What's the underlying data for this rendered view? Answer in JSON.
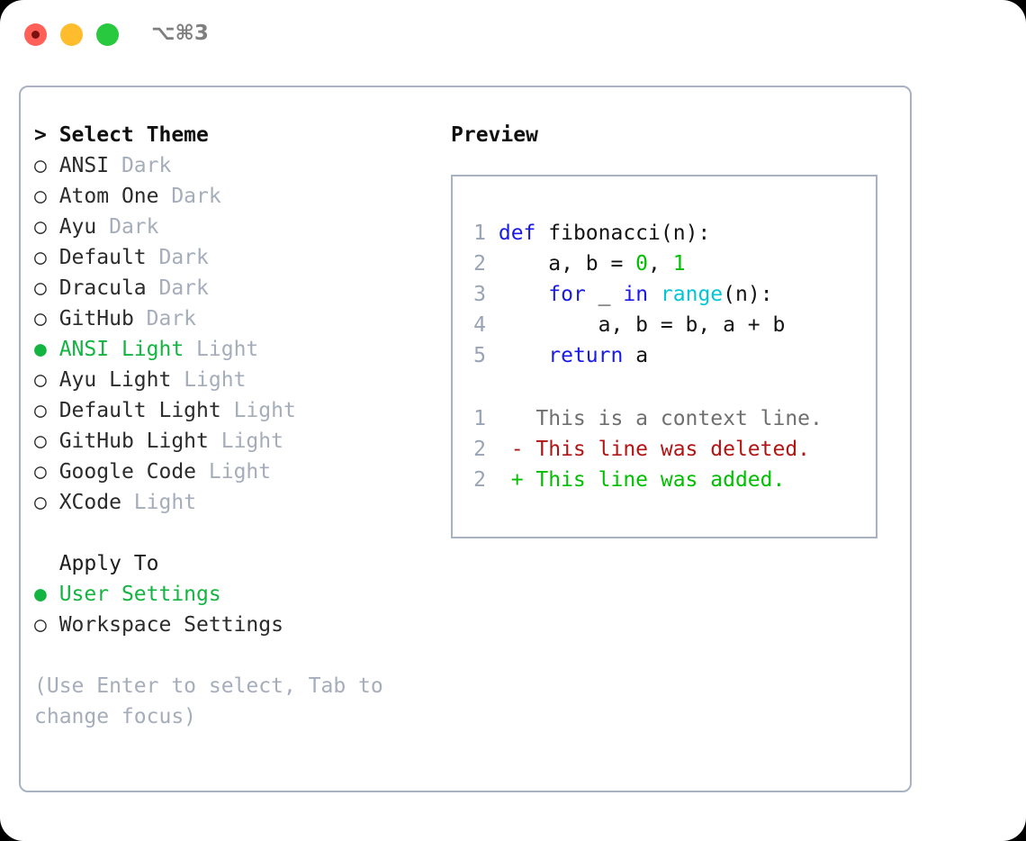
{
  "window": {
    "shortcut_label": "⌥⌘3",
    "traffic_lights": [
      "close-red",
      "minimize-yellow",
      "maximize-green"
    ]
  },
  "theme_picker": {
    "header": "> Select Theme",
    "bullet_selected": "●",
    "bullet_unselected": "○",
    "items": [
      {
        "name": "ANSI",
        "kind": "Dark",
        "selected": false
      },
      {
        "name": "Atom One",
        "kind": "Dark",
        "selected": false
      },
      {
        "name": "Ayu",
        "kind": "Dark",
        "selected": false
      },
      {
        "name": "Default",
        "kind": "Dark",
        "selected": false
      },
      {
        "name": "Dracula",
        "kind": "Dark",
        "selected": false
      },
      {
        "name": "GitHub",
        "kind": "Dark",
        "selected": false
      },
      {
        "name": "ANSI Light",
        "kind": "Light",
        "selected": true
      },
      {
        "name": "Ayu Light",
        "kind": "Light",
        "selected": false
      },
      {
        "name": "Default Light",
        "kind": "Light",
        "selected": false
      },
      {
        "name": "GitHub Light",
        "kind": "Light",
        "selected": false
      },
      {
        "name": "Google Code",
        "kind": "Light",
        "selected": false
      },
      {
        "name": "XCode",
        "kind": "Light",
        "selected": false
      }
    ]
  },
  "apply_to": {
    "header": "  Apply To",
    "options": [
      {
        "label": "User Settings",
        "selected": true
      },
      {
        "label": "Workspace Settings",
        "selected": false
      }
    ]
  },
  "hint": "(Use Enter to select, Tab to change focus)",
  "preview": {
    "title": "Preview",
    "code_lines": [
      {
        "n": "1",
        "tokens": [
          {
            "t": " ",
            "c": "txt"
          },
          {
            "t": "def",
            "c": "kw"
          },
          {
            "t": " fibonacci(n):",
            "c": "txt"
          }
        ]
      },
      {
        "n": "2",
        "tokens": [
          {
            "t": "     a, b = ",
            "c": "txt"
          },
          {
            "t": "0",
            "c": "num"
          },
          {
            "t": ", ",
            "c": "txt"
          },
          {
            "t": "1",
            "c": "num"
          }
        ]
      },
      {
        "n": "3",
        "tokens": [
          {
            "t": "     ",
            "c": "txt"
          },
          {
            "t": "for",
            "c": "kw"
          },
          {
            "t": " _ ",
            "c": "txt"
          },
          {
            "t": "in",
            "c": "kw"
          },
          {
            "t": " ",
            "c": "txt"
          },
          {
            "t": "range",
            "c": "fn"
          },
          {
            "t": "(n):",
            "c": "txt"
          }
        ]
      },
      {
        "n": "4",
        "tokens": [
          {
            "t": "         a, b = b, a + b",
            "c": "txt"
          }
        ]
      },
      {
        "n": "5",
        "tokens": [
          {
            "t": "     ",
            "c": "txt"
          },
          {
            "t": "return",
            "c": "kw"
          },
          {
            "t": " a",
            "c": "txt"
          }
        ]
      }
    ],
    "diff_lines": [
      {
        "n": "1",
        "marker": "  ",
        "text": "This is a context line.",
        "kind": "ctx"
      },
      {
        "n": "2",
        "marker": "- ",
        "text": "This line was deleted.",
        "kind": "del"
      },
      {
        "n": "2",
        "marker": "+ ",
        "text": "This line was added.",
        "kind": "add"
      }
    ]
  },
  "colors": {
    "accent_green": "#14b441",
    "muted_gray": "#a5adbb",
    "border": "#a9b2c3",
    "keyword_blue": "#1a1ae8",
    "function_cyan": "#00c6d6",
    "number_green": "#00bf00",
    "diff_add": "#00bf00",
    "diff_del": "#b21414",
    "diff_ctx": "#6f6f6f",
    "line_number": "#98a3b5"
  }
}
